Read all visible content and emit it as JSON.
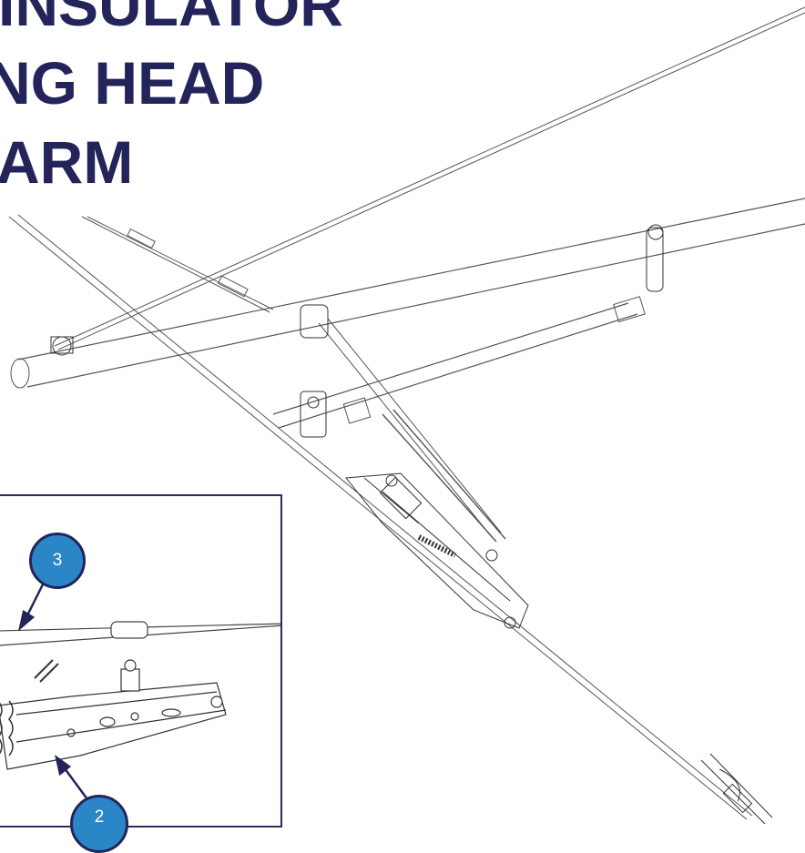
{
  "title": {
    "line1": "INSULATOR",
    "line2": "NG HEAD",
    "line3": "ARM"
  },
  "callouts": [
    {
      "label": "3",
      "color": "#2a86c6"
    },
    {
      "label": "2",
      "color": "#2a86c6"
    }
  ],
  "colors": {
    "title": "#23245a",
    "inset_border": "#2b2b62",
    "line_art": "#555555",
    "callout_fill": "#2a86c6",
    "callout_stroke": "#23245a"
  }
}
